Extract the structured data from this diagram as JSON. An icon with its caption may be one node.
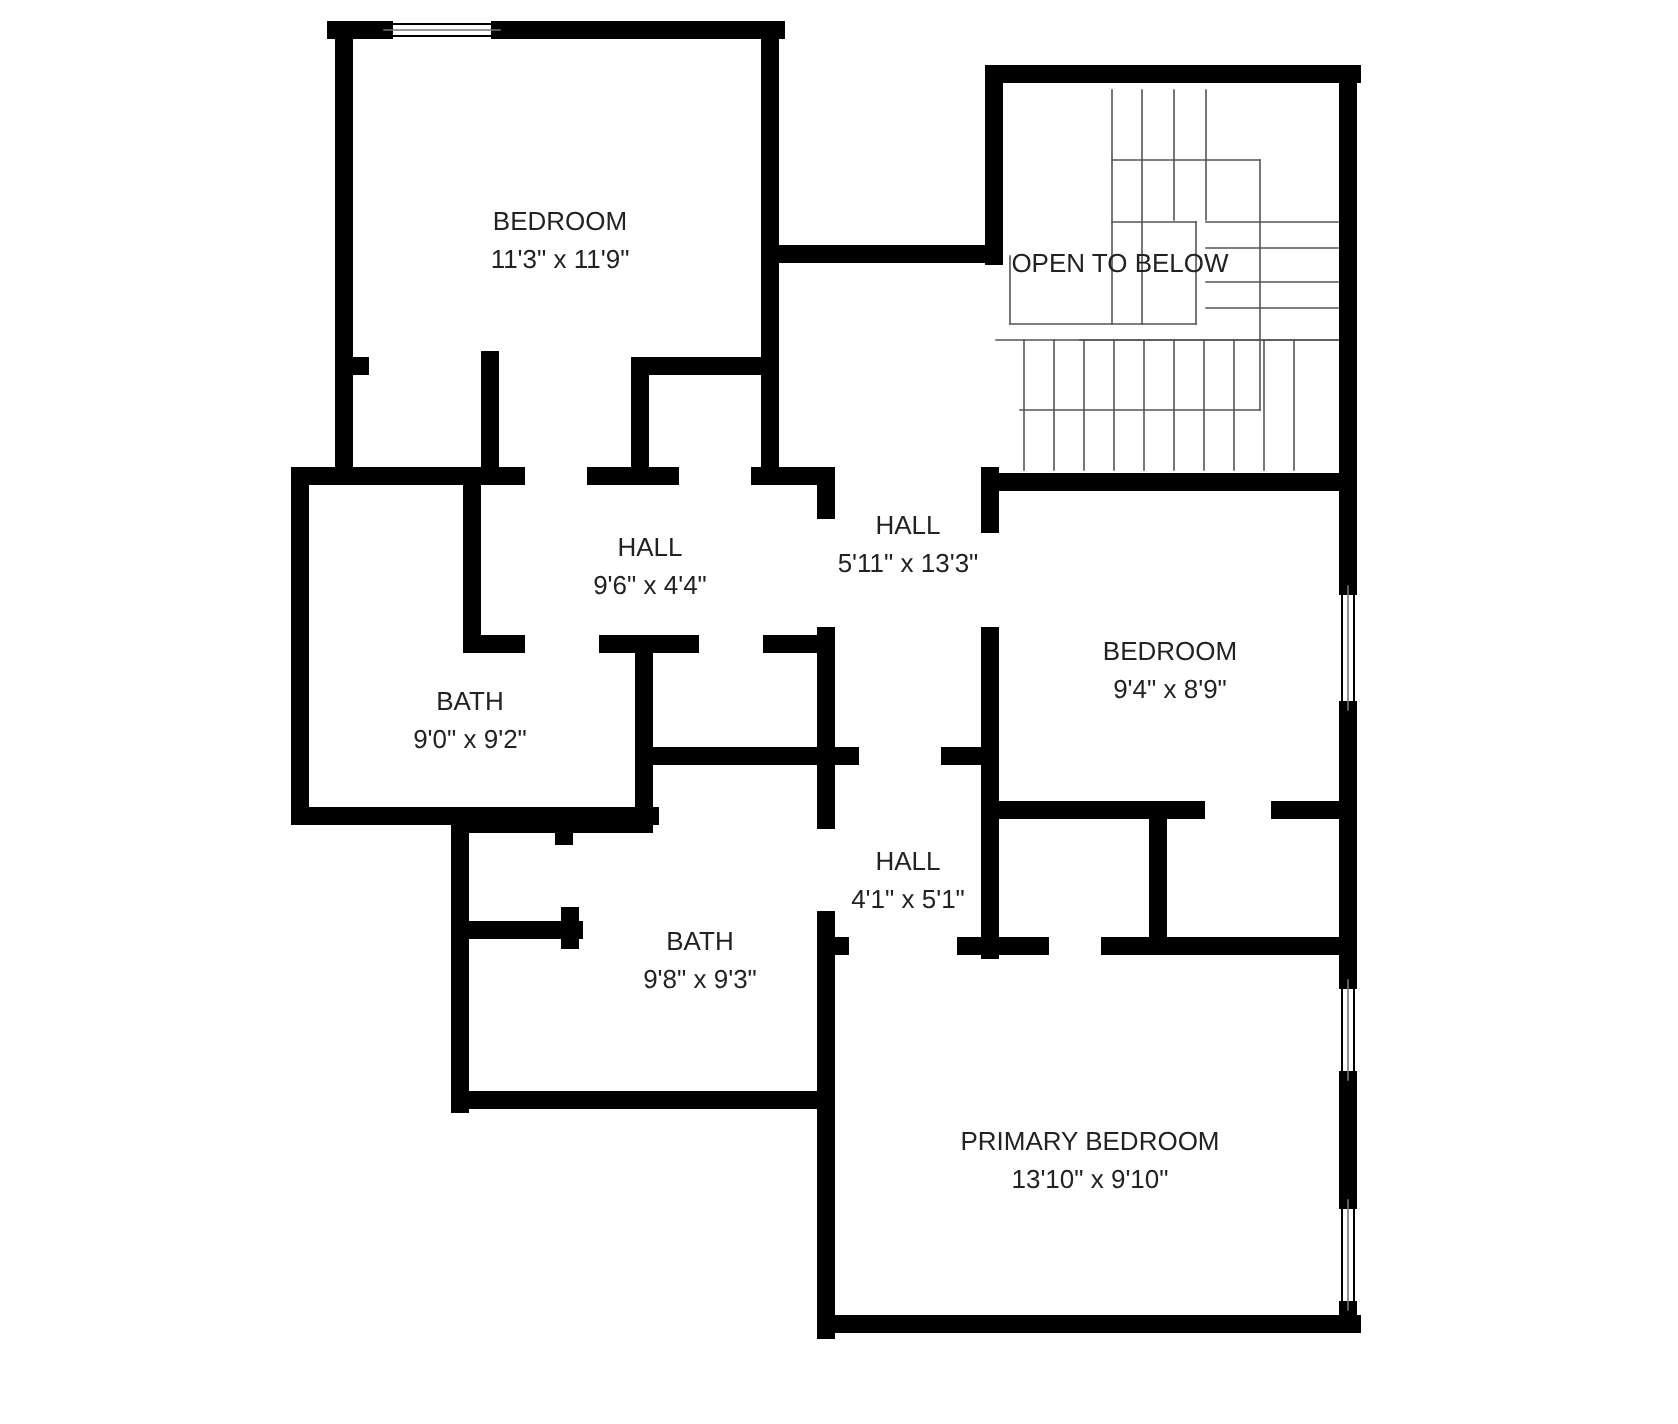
{
  "diagram": {
    "nodes": [
      {
        "text": [
          "BEDROOM",
          "11'3\" x 11'9\""
        ]
      },
      {
        "text": [
          "OPEN TO BELOW"
        ]
      },
      {
        "text": [
          "HALL",
          "5'11\" x 13'3\""
        ]
      },
      {
        "text": [
          "HALL",
          "9'6\" x 4'4\""
        ]
      },
      {
        "text": [
          "BEDROOM",
          "9'4\" x 8'9\""
        ]
      },
      {
        "text": [
          "BATH",
          "9'0\" x 9'2\""
        ]
      },
      {
        "text": [
          "HALL",
          "4'1\" x 5'1\""
        ]
      },
      {
        "text": [
          "BATH",
          "9'8\" x 9'3\""
        ]
      },
      {
        "text": [
          "PRIMARY BEDROOM",
          "13'10\" x 9'10\""
        ]
      }
    ]
  }
}
